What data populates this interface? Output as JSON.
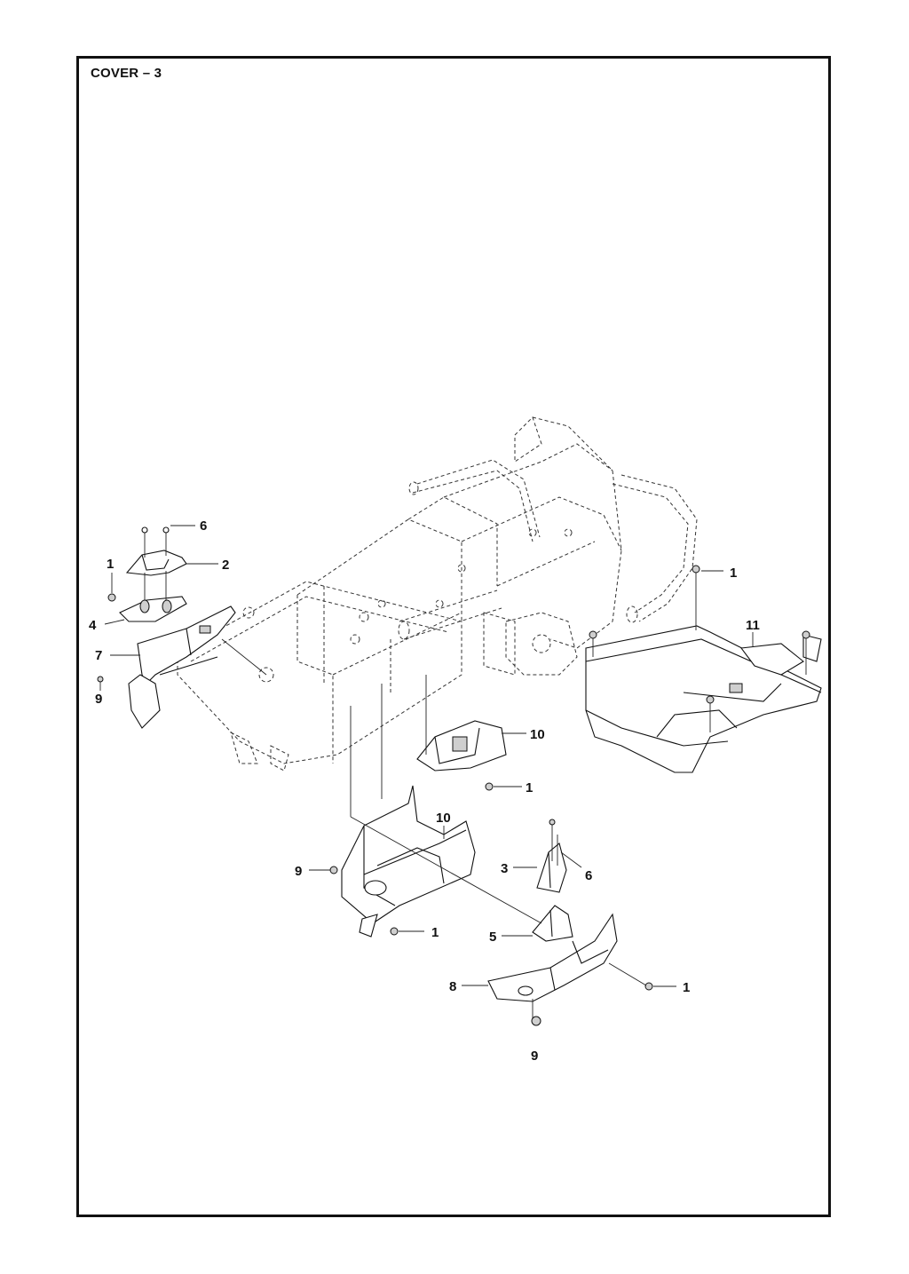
{
  "title": "COVER – 3",
  "callouts": {
    "c6a": "6",
    "c2": "2",
    "c1a": "1",
    "c4": "4",
    "c7": "7",
    "c9a": "9",
    "c1b": "1",
    "c11": "11",
    "c10a": "10",
    "c1c": "1",
    "c10b": "10",
    "c9b": "9",
    "c3": "3",
    "c6b": "6",
    "c1d": "1",
    "c5": "5",
    "c8": "8",
    "c1e": "1",
    "c9c": "9"
  }
}
